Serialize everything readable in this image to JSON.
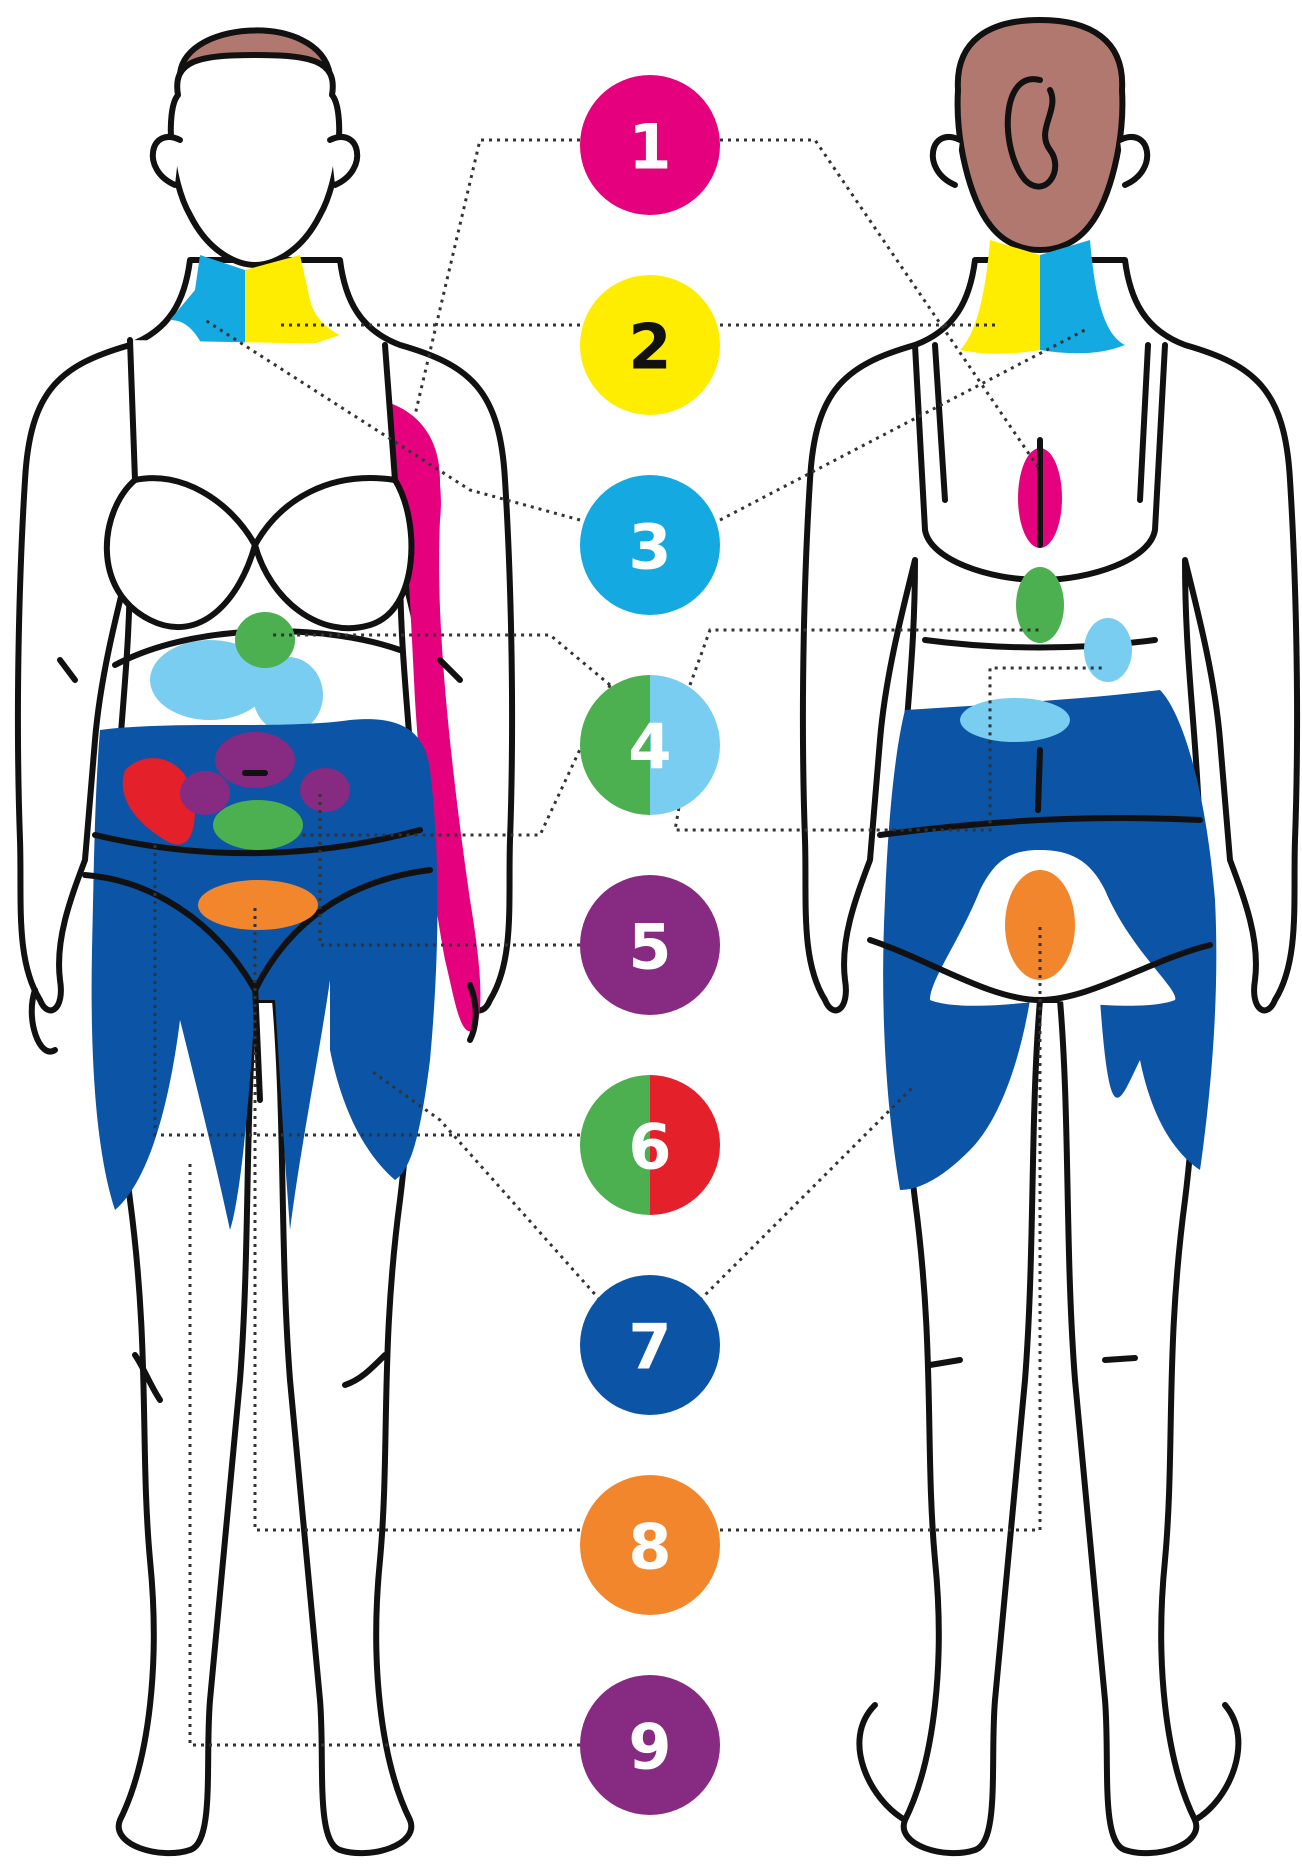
{
  "colors": {
    "pink": "#E5007E",
    "yellow": "#FFED00",
    "cyan": "#15A9E1",
    "lightblue": "#78CDF0",
    "green": "#4CAF50",
    "purple": "#862A82",
    "red": "#E4202A",
    "darkblue": "#0C54A6",
    "orange": "#F1862C",
    "hair": "#B0786E",
    "outline": "#111111"
  },
  "markers": [
    {
      "label": "1",
      "fill": "#E5007E",
      "text_color": "#ffffff"
    },
    {
      "label": "2",
      "fill": "#FFED00",
      "text_color": "#111111"
    },
    {
      "label": "3",
      "fill": "#15A9E1",
      "text_color": "#ffffff"
    },
    {
      "label": "4",
      "fill_left": "#4CAF50",
      "fill_right": "#78CDF0",
      "text_color": "#ffffff"
    },
    {
      "label": "5",
      "fill": "#862A82",
      "text_color": "#ffffff"
    },
    {
      "label": "6",
      "fill_left": "#4CAF50",
      "fill_right": "#E4202A",
      "text_color": "#ffffff"
    },
    {
      "label": "7",
      "fill": "#0C54A6",
      "text_color": "#ffffff"
    },
    {
      "label": "8",
      "fill": "#F1862C",
      "text_color": "#ffffff"
    },
    {
      "label": "9",
      "fill": "#862A82",
      "text_color": "#ffffff"
    }
  ],
  "figures": [
    "front-view",
    "back-view"
  ]
}
